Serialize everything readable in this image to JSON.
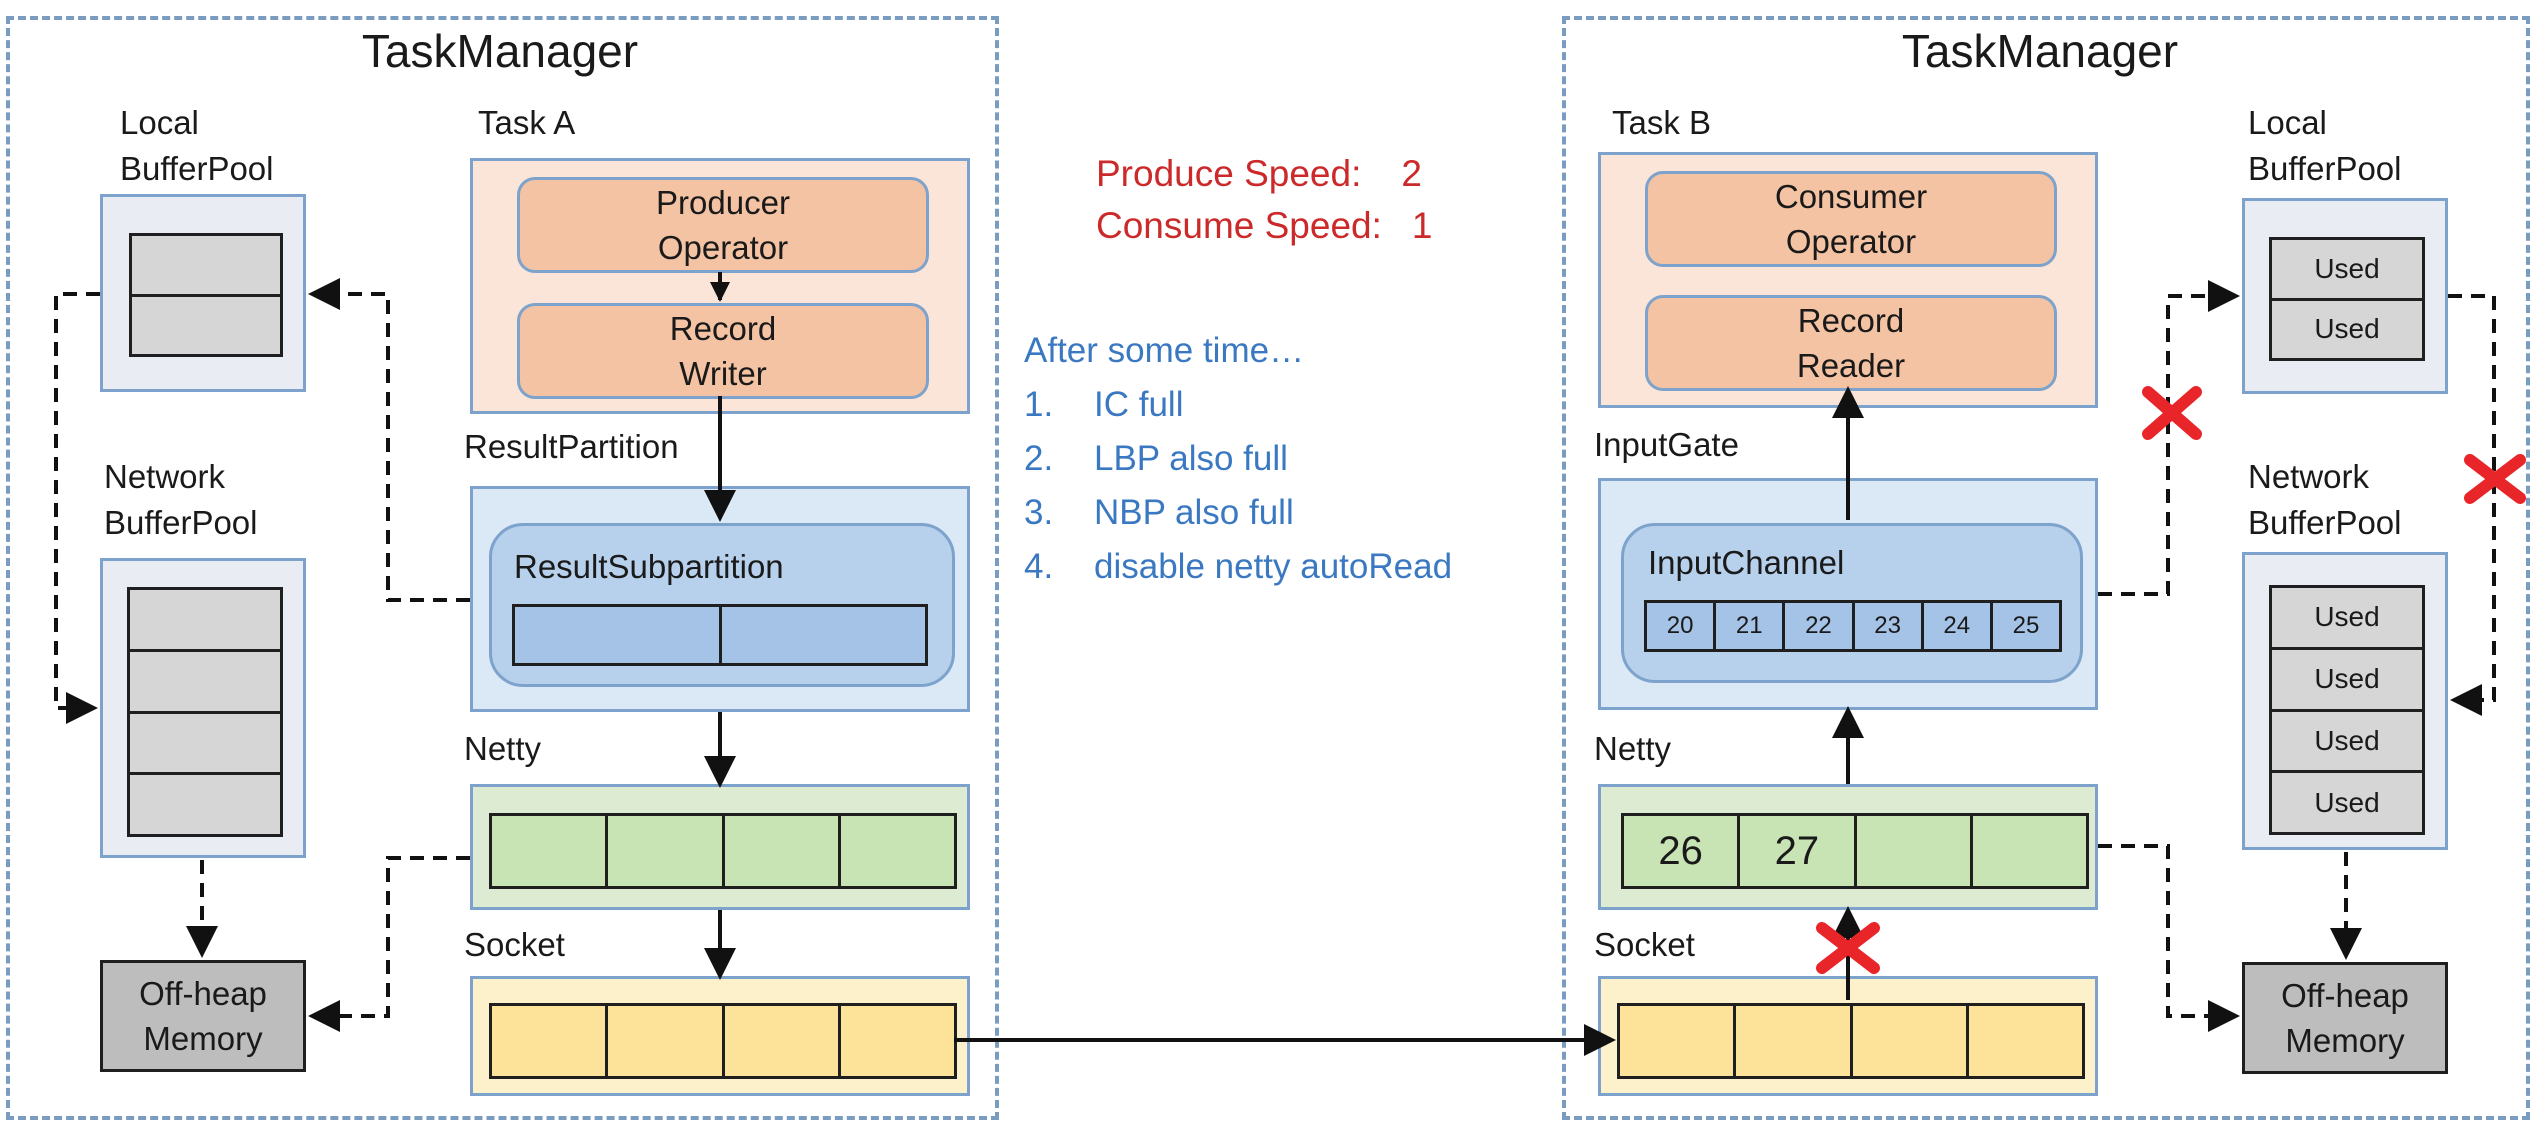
{
  "left": {
    "title": "TaskManager",
    "task_label": "Task A",
    "producer_op": [
      "Producer",
      "Operator"
    ],
    "record_op": [
      "Record",
      "Writer"
    ],
    "partition_label": "ResultPartition",
    "subpartition_label": "ResultSubpartition",
    "local_pool_label": [
      "Local",
      "BufferPool"
    ],
    "network_pool_label": [
      "Network",
      "BufferPool"
    ],
    "netty_label": "Netty",
    "socket_label": "Socket",
    "offheap": [
      "Off-heap",
      "Memory"
    ]
  },
  "right": {
    "title": "TaskManager",
    "task_label": "Task B",
    "consumer_op": [
      "Consumer",
      "Operator"
    ],
    "record_op": [
      "Record",
      "Reader"
    ],
    "gate_label": "InputGate",
    "channel_label": "InputChannel",
    "channel_cells": [
      "20",
      "21",
      "22",
      "23",
      "24",
      "25"
    ],
    "local_pool_label": [
      "Local",
      "BufferPool"
    ],
    "local_pool_cells": [
      "Used",
      "Used"
    ],
    "network_pool_label": [
      "Network",
      "BufferPool"
    ],
    "network_pool_cells": [
      "Used",
      "Used",
      "Used",
      "Used"
    ],
    "netty_label": "Netty",
    "netty_cells": [
      "26",
      "27",
      "",
      ""
    ],
    "socket_label": "Socket",
    "offheap": [
      "Off-heap",
      "Memory"
    ]
  },
  "speeds": {
    "produce_label": "Produce Speed:",
    "produce_value": "2",
    "consume_label": "Consume Speed:",
    "consume_value": "1"
  },
  "notes": {
    "heading": "After some time…",
    "items": [
      {
        "num": "1.",
        "text": "IC  full"
      },
      {
        "num": "2.",
        "text": "LBP also full"
      },
      {
        "num": "3.",
        "text": "NBP also full"
      },
      {
        "num": "4.",
        "text": "disable netty autoRead"
      }
    ]
  },
  "colors": {
    "red_text": "#cc2a2a",
    "blue_text": "#3a78c2",
    "cross": "#e8262a"
  }
}
